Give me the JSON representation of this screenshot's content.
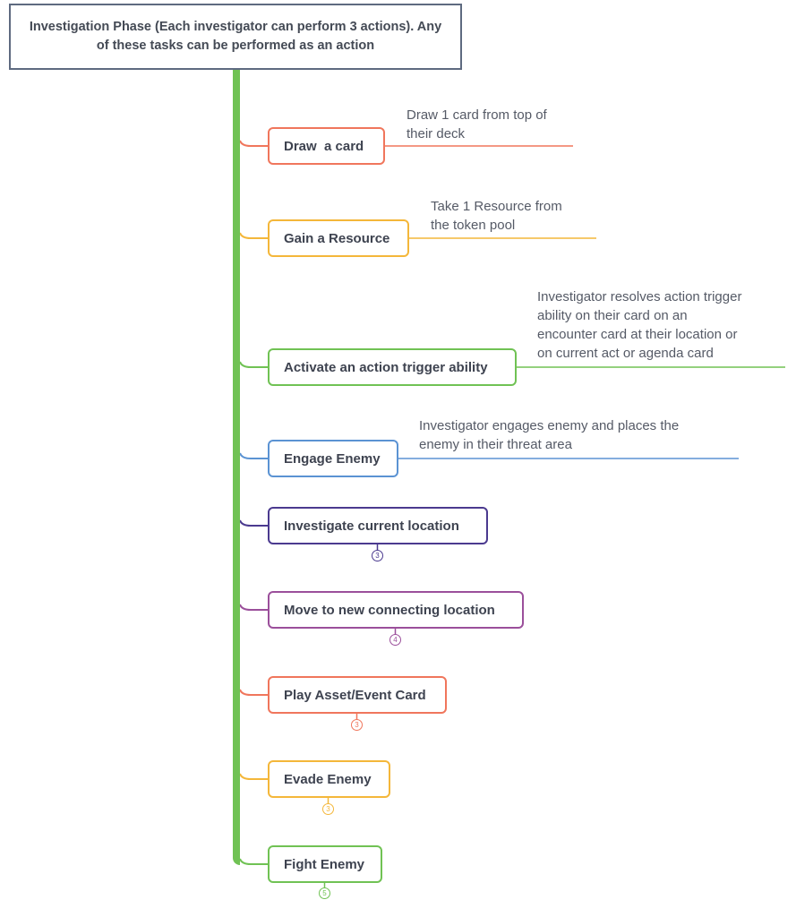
{
  "root": {
    "title": "Investigation Phase (Each investigator can perform 3 actions). Any of these tasks can be performed as an action",
    "color": "#5e6a80"
  },
  "trunk_color": "#70c254",
  "nodes": [
    {
      "label": "Draw  a card",
      "color": "#f0765c",
      "note": [
        "Draw 1 card from top of",
        "their deck"
      ]
    },
    {
      "label": "Gain a Resource",
      "color": "#f4b73a",
      "note": [
        "Take 1 Resource from",
        "the token pool"
      ]
    },
    {
      "label": "Activate an action trigger ability",
      "color": "#70c254",
      "note": [
        "Investigator resolves action trigger",
        "ability on their card on an",
        "encounter card at their location or",
        "on current act or agenda card"
      ]
    },
    {
      "label": "Engage Enemy",
      "color": "#5b93d3",
      "note": [
        "Investigator engages enemy and places the",
        "enemy in their threat area"
      ]
    },
    {
      "label": "Investigate current location",
      "color": "#4b3a8f",
      "badge": "3"
    },
    {
      "label": "Move to new connecting location",
      "color": "#9b4f9b",
      "badge": "4"
    },
    {
      "label": "Play Asset/Event Card",
      "color": "#f0765c",
      "badge": "3"
    },
    {
      "label": "Evade Enemy",
      "color": "#f4b73a",
      "badge": "3"
    },
    {
      "label": "Fight Enemy",
      "color": "#70c254",
      "badge": "5"
    }
  ]
}
